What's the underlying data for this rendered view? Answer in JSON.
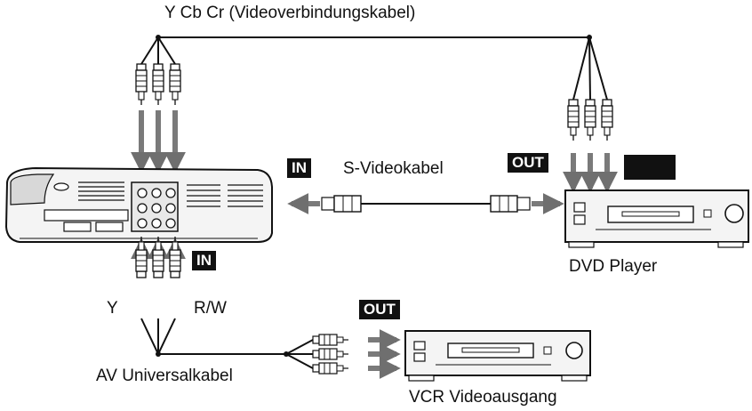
{
  "title": "Y Cb Cr (Videoverbindungskabel)",
  "labels": {
    "s_video_cable": "S-Videokabel",
    "dvd_player": "DVD Player",
    "y": "Y",
    "rw": "R/W",
    "av_cable": "AV Universalkabel",
    "vcr_output": "VCR Videoausgang"
  },
  "tags": {
    "in_top": "IN",
    "out_top": "OUT",
    "in_bottom": "IN",
    "out_bottom": "OUT"
  },
  "colors": {
    "ink": "#111111",
    "arrow": "#7a7a7a",
    "device": "#f4f4f4"
  },
  "icons": [
    "projector-icon",
    "dvd-player-icon",
    "vcr-icon",
    "rca-plug-icon",
    "s-video-plug-icon"
  ]
}
